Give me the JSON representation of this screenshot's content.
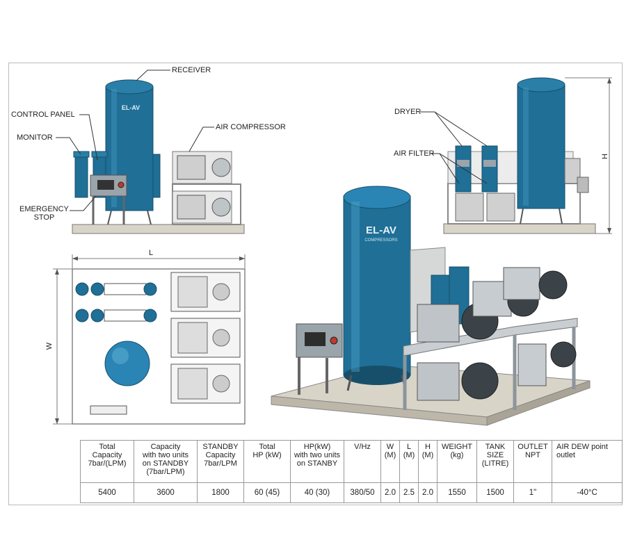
{
  "labels": {
    "receiver": "RECEIVER",
    "control_panel": "CONTROL PANEL",
    "monitor": "MONITOR",
    "air_compressor": "AIR COMPRESSOR",
    "emergency_stop": "EMERGENCY\nSTOP",
    "dryer": "DRYER",
    "air_filter": "AIR FILTER",
    "dim_h": "H",
    "dim_l": "L",
    "dim_w": "W"
  },
  "brand": {
    "logo_text": "EL-AV",
    "logo_sub": "COMPRESSORS"
  },
  "colors": {
    "tank_blue": "#1f6f96",
    "tank_dark": "#174f6b",
    "frame_gray": "#9aa4ab",
    "base_gray": "#d9d4c8"
  },
  "table": {
    "headers": [
      "Total\nCapacity\n7bar/(LPM)",
      "Capacity\nwith two units\non STANDBY\n(7bar/LPM)",
      "STANDBY\nCapacity\n7bar/LPM",
      "Total\nHP (kW)",
      "HP(kW)\nwith two units\non STANBY",
      "V/Hz",
      "W\n(M)",
      "L\n(M)",
      "H\n(M)",
      "WEIGHT\n(kg)",
      "TANK\nSIZE\n(LITRE)",
      "OUTLET\nNPT",
      "AIR DEW point\noutlet"
    ],
    "values": [
      "5400",
      "3600",
      "1800",
      "60 (45)",
      "40 (30)",
      "380/50",
      "2.0",
      "2.5",
      "2.0",
      "1550",
      "1500",
      "1\"",
      "-40°C"
    ]
  }
}
